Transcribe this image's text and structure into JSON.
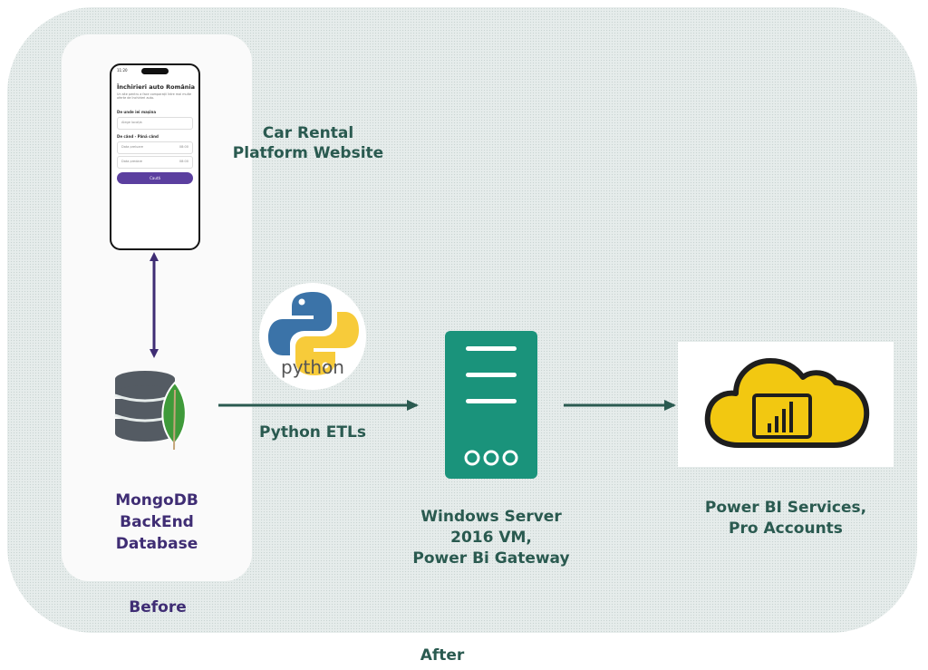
{
  "colors": {
    "green": "#2a5a50",
    "server": "#1a937b",
    "purple": "#3f2d74",
    "python_blue": "#3b73a8",
    "python_yellow": "#f7cb3a",
    "pbi_yellow": "#f2c811"
  },
  "phone": {
    "time": "11:20",
    "title": "Închirieri auto România",
    "subtitle": "Un site pentru a face comparații între mai multe oferte de închirieri auto.",
    "pickup_label": "De unde iei mașina",
    "pickup_placeholder": "Alege locația",
    "dates_label": "De când - Până când",
    "date1": "Data preluare",
    "date1_value": "08:00",
    "date2": "Data predare",
    "date2_value": "08:00",
    "button": "Caută"
  },
  "nodes": {
    "website": {
      "label_line1": "Car Rental",
      "label_line2": "Platform Website",
      "icon": "smartphone-icon"
    },
    "mongodb": {
      "label_line1": "MongoDB",
      "label_line2": "BackEnd",
      "label_line3": "Database",
      "icon": "database-leaf-icon"
    },
    "etl": {
      "label": "Python ETLs",
      "logo_text": "python",
      "icon": "python-logo-icon"
    },
    "server": {
      "label_line1": "Windows Server",
      "label_line2": "2016 VM,",
      "label_line3": "Power Bi Gateway",
      "icon": "server-icon"
    },
    "powerbi": {
      "label_line1": "Power BI Services,",
      "label_line2": "Pro Accounts",
      "icon": "power-bi-cloud-icon"
    }
  },
  "zones": {
    "before": "Before",
    "after": "After"
  }
}
